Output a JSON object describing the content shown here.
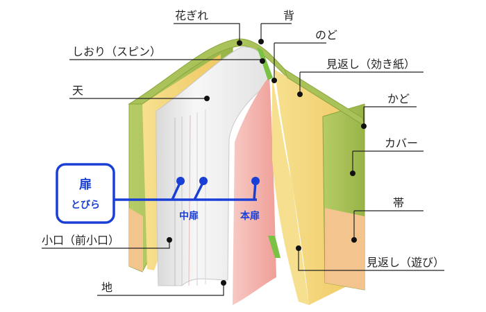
{
  "labels": {
    "hanagire": "花ぎれ",
    "se": "背",
    "nodo": "のど",
    "shiori": "しおり（スピン）",
    "mikaeshi_kiki": "見返し（効き紙）",
    "ten": "天",
    "kado": "かど",
    "cover": "カバー",
    "obi": "帯",
    "koguchi": "小口（前小口）",
    "mikaeshi_asobi": "見返し（遊び）",
    "chi": "地"
  },
  "tobira": {
    "title": "扉",
    "reading": "とびら",
    "naka": "中扉",
    "hon": "本扉"
  },
  "colors": {
    "cover_green": "#a9c25a",
    "cover_edge": "#8aa63c",
    "endpaper_yellow": "#f3d67a",
    "obi_orange": "#f4c48e",
    "pages_pink": "#f4b9b2",
    "block_gray": "#eeeeee",
    "accent_blue": "#1a3fd6",
    "spine_green": "#7bc244"
  }
}
